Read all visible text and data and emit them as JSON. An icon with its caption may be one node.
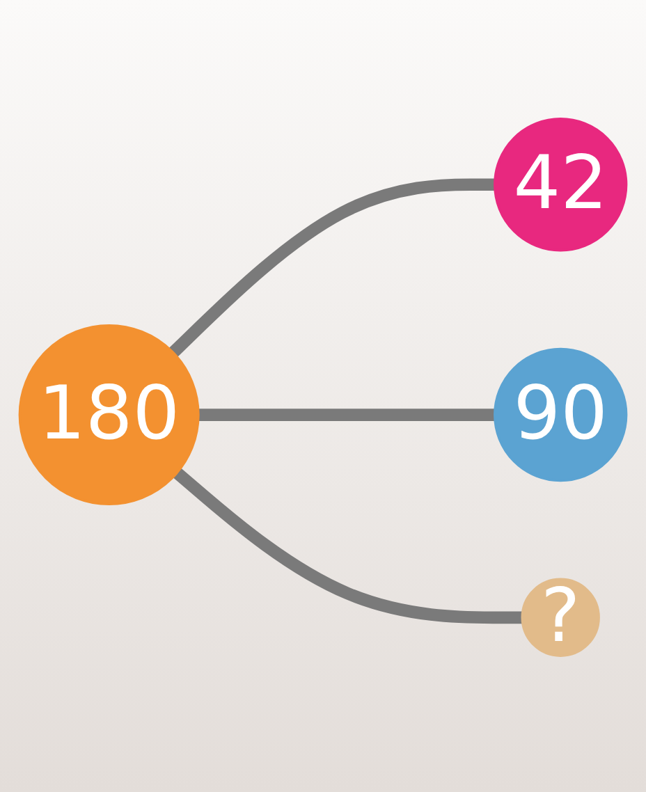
{
  "diagram": {
    "nodes": [
      {
        "text": [
          "180"
        ]
      },
      {
        "text": [
          "42"
        ]
      },
      {
        "text": [
          "90"
        ]
      },
      {
        "text": [
          "?"
        ]
      }
    ],
    "edges": [
      {
        "from": 0,
        "to": 1,
        "arrow": "none"
      },
      {
        "from": 0,
        "to": 2,
        "arrow": "none"
      },
      {
        "from": 0,
        "to": 3,
        "arrow": "none"
      }
    ]
  }
}
